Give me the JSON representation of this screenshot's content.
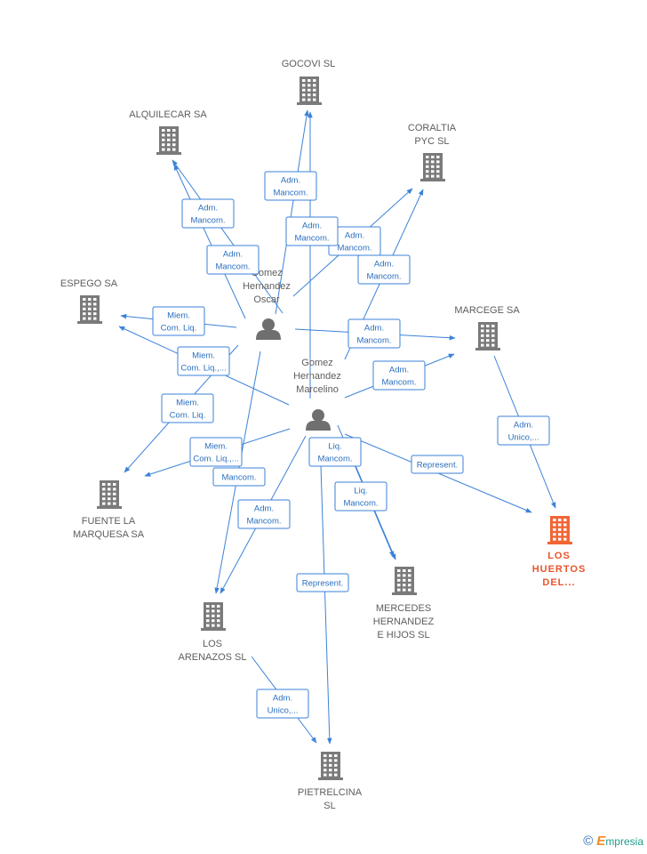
{
  "colors": {
    "edge": "#3b82d8",
    "company": "#7a7a7a",
    "focus": "#f26535",
    "person": "#6f6f6f"
  },
  "nodes": [
    {
      "id": "goc",
      "type": "company",
      "lines": [
        "GOCOVI  SL"
      ]
    },
    {
      "id": "alq",
      "type": "company",
      "lines": [
        "ALQUILECAR SA"
      ]
    },
    {
      "id": "cor",
      "type": "company",
      "lines": [
        "CORALTIA",
        "PYC  SL"
      ]
    },
    {
      "id": "esp",
      "type": "company",
      "lines": [
        "ESPEGO SA"
      ]
    },
    {
      "id": "mar",
      "type": "company",
      "lines": [
        "MARCEGE SA"
      ]
    },
    {
      "id": "fue",
      "type": "company",
      "lines": [
        "FUENTE LA",
        "MARQUESA SA"
      ]
    },
    {
      "id": "hue",
      "type": "focus",
      "lines": [
        "LOS",
        "HUERTOS",
        "DEL..."
      ]
    },
    {
      "id": "mer",
      "type": "company",
      "lines": [
        "MERCEDES",
        "HERNANDEZ",
        "E HIJOS SL"
      ]
    },
    {
      "id": "are",
      "type": "company",
      "lines": [
        "LOS",
        "ARENAZOS  SL"
      ]
    },
    {
      "id": "pie",
      "type": "company",
      "lines": [
        "PIETRELCINA",
        "SL"
      ]
    },
    {
      "id": "osc",
      "type": "person",
      "lines": [
        "Gomez",
        "Hernandez",
        "Oscar"
      ]
    },
    {
      "id": "mcl",
      "type": "person",
      "lines": [
        "Gomez",
        "Hernandez",
        "Marcelino"
      ]
    }
  ],
  "edges": [
    {
      "lines": [
        "Adm.",
        "Mancom."
      ]
    },
    {
      "lines": [
        "Adm.",
        "Mancom."
      ]
    },
    {
      "lines": [
        "Adm.",
        "Mancom."
      ]
    },
    {
      "lines": [
        "Adm.",
        "Mancom."
      ]
    },
    {
      "lines": [
        "Adm.",
        "Mancom."
      ]
    },
    {
      "lines": [
        "Adm.",
        "Mancom."
      ]
    },
    {
      "lines": [
        "Miem.",
        "Com. Liq."
      ]
    },
    {
      "lines": [
        "Miem.",
        "Com. Liq.,..."
      ]
    },
    {
      "lines": [
        "Adm.",
        "Mancom."
      ]
    },
    {
      "lines": [
        "Adm.",
        "Mancom."
      ]
    },
    {
      "lines": [
        "Miem.",
        "Com. Liq."
      ]
    },
    {
      "lines": [
        "Miem.",
        "Com. Liq.,..."
      ]
    },
    {
      "lines": [
        "Mancom."
      ]
    },
    {
      "lines": [
        "Liq.",
        "Mancom."
      ]
    },
    {
      "lines": [
        "Represent."
      ]
    },
    {
      "lines": [
        "Liq.",
        "Mancom."
      ]
    },
    {
      "lines": [
        "Adm.",
        "Mancom."
      ]
    },
    {
      "lines": [
        "Represent."
      ]
    },
    {
      "lines": [
        "Adm.",
        "Unico,..."
      ]
    },
    {
      "lines": [
        "Adm.",
        "Unico,..."
      ]
    }
  ],
  "watermark": {
    "symbol": "©",
    "brand_initial": "E",
    "brand_rest": "mpresia"
  }
}
